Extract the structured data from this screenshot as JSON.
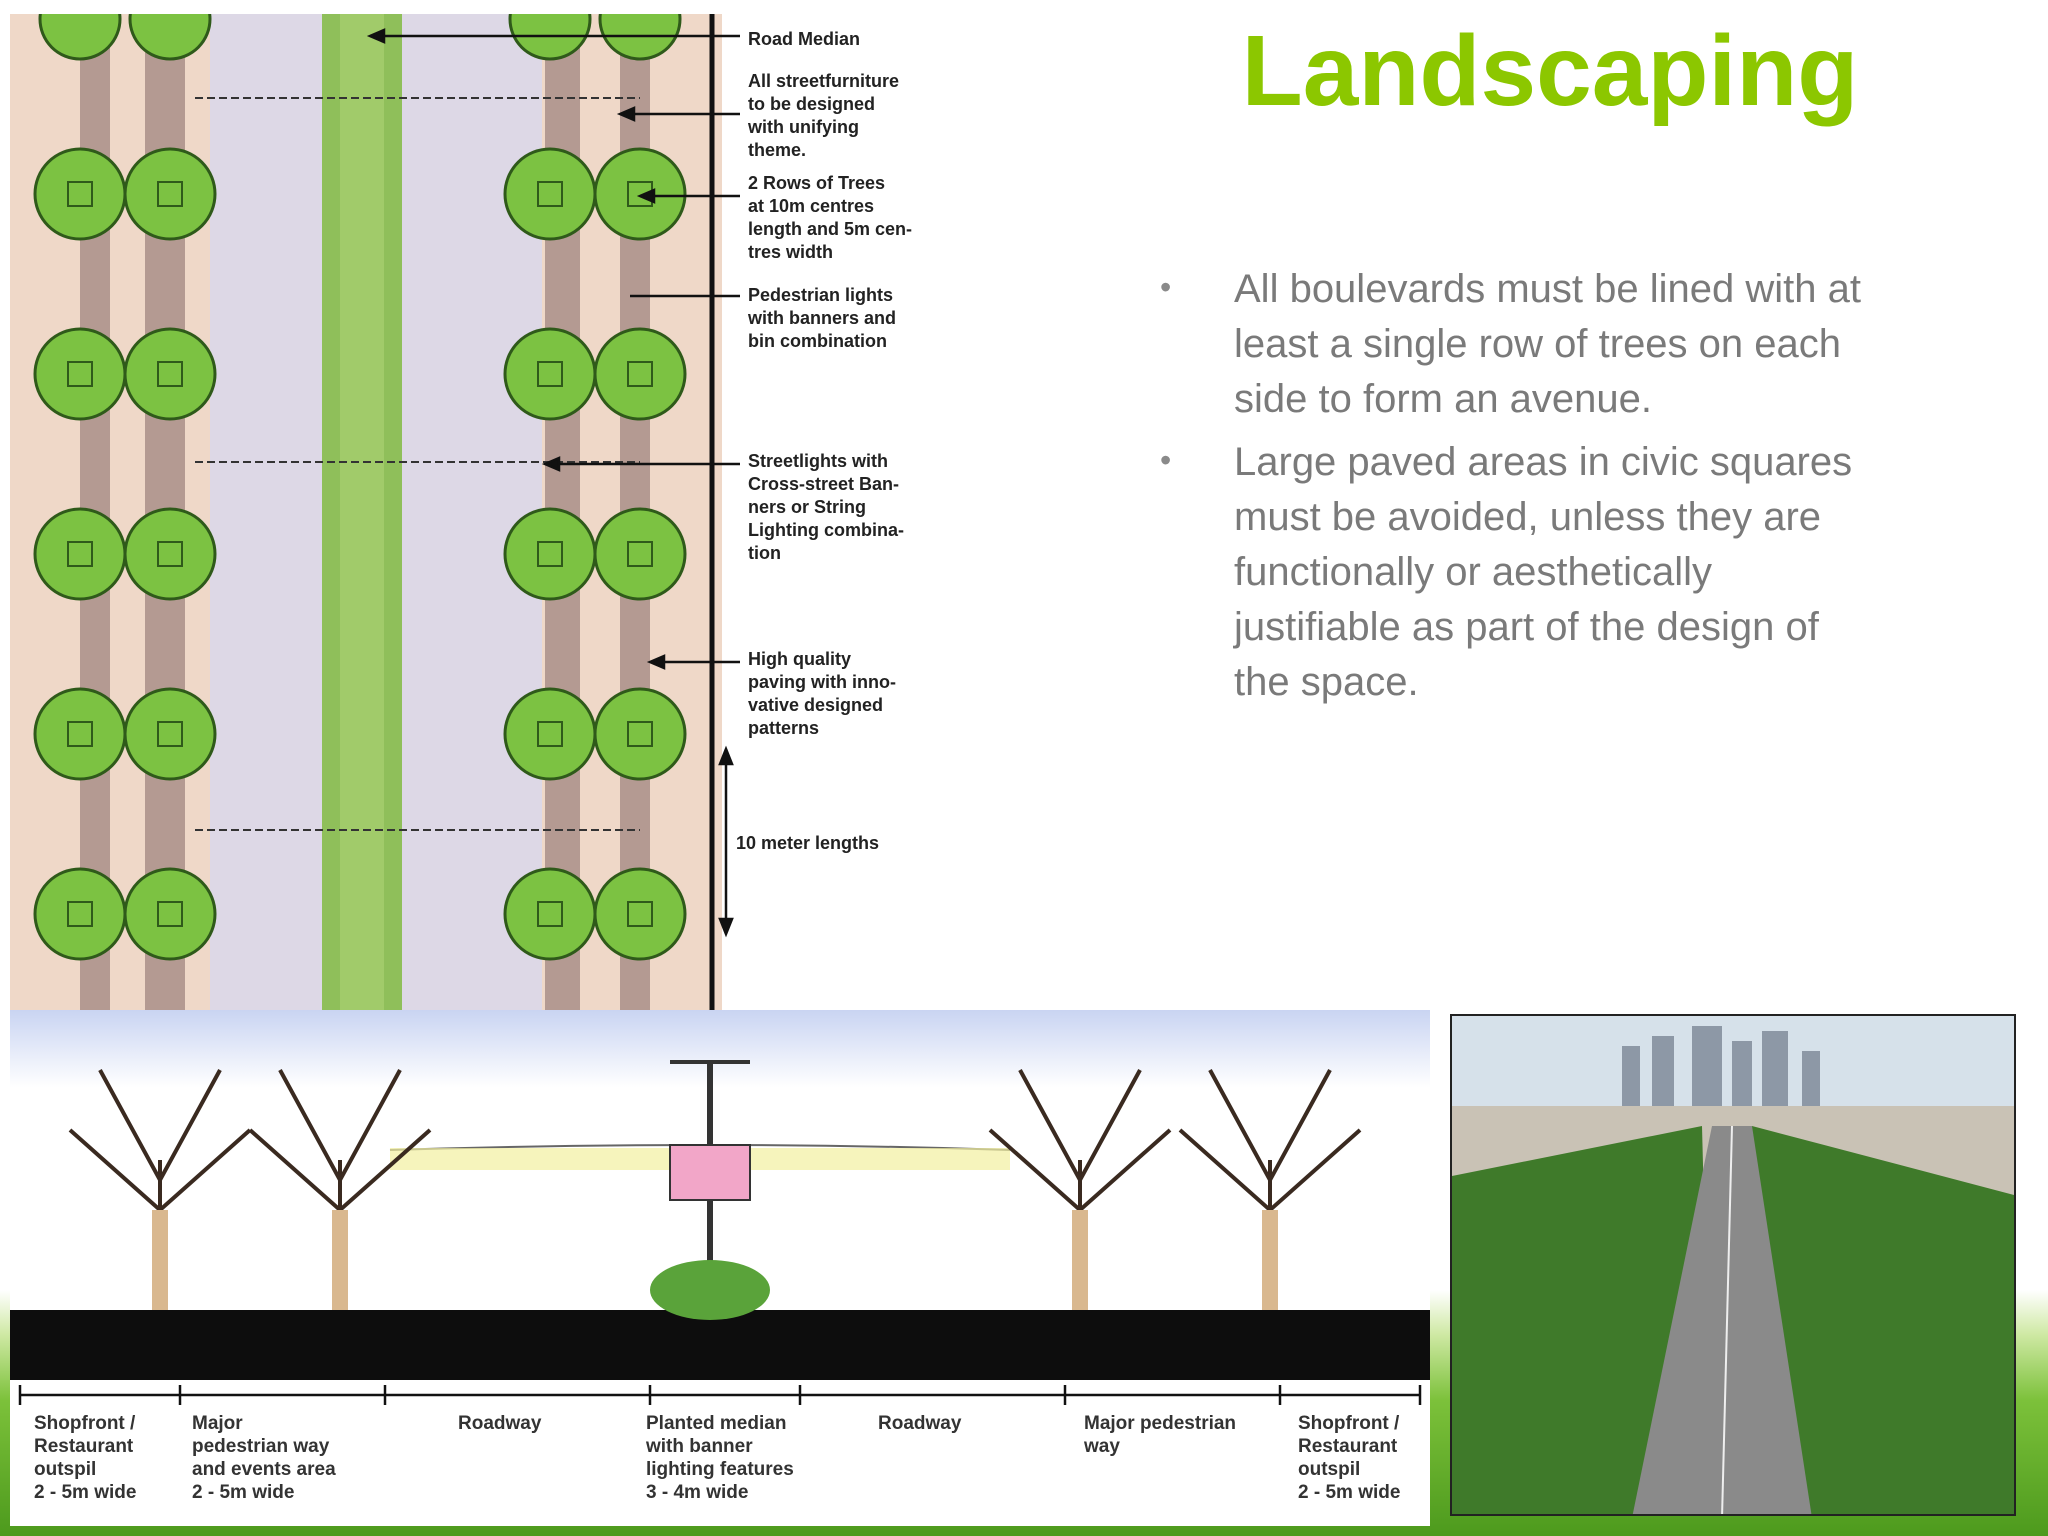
{
  "title": "Landscaping",
  "bullets": [
    "All boulevards must be lined with at least a single row of trees on each side to form an avenue.",
    "Large paved areas in civic squares must be avoided, unless they are functionally or aesthetically justifiable as part of the design of the space."
  ],
  "plan_labels": [
    "Road Median",
    "All streetfurniture\nto be designed\nwith unifying\ntheme.",
    "2 Rows of Trees\nat 10m centres\nlength and 5m cen-\ntres width",
    "Pedestrian lights\nwith banners and\nbin combination",
    "Streetlights with\nCross-street Ban-\nners or String\nLighting combina-\ntion",
    "High quality\npaving with inno-\nvative designed\npatterns",
    "10 meter lengths"
  ],
  "section_labels": [
    "Shopfront /\nRestaurant\noutspil\n2 - 5m wide",
    "Major\npedestrian way\nand events area\n2 - 5m wide",
    "Roadway",
    "Planted median\nwith banner\nlighting features\n3 - 4m wide",
    "Roadway",
    "Major pedestrian\nway",
    "Shopfront /\nRestaurant\noutspil\n2 - 5m wide"
  ],
  "colors": {
    "title_green": "#8cc700",
    "bullet_text": "#7a7a7a",
    "tree_green": "#7cc242",
    "median_green": "#8fbf5a",
    "road_lavender": "#ddd8e6",
    "footpath_brown": "#b49a92"
  }
}
